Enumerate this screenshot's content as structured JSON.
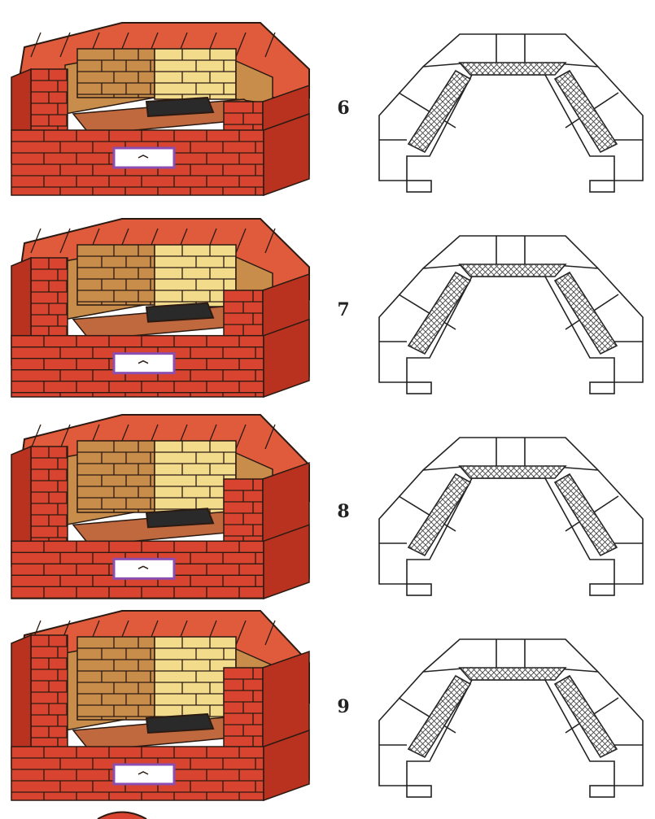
{
  "colors": {
    "brick": "#d8442f",
    "brick_dark": "#b8321f",
    "brick_top": "#e05a3c",
    "fire_brick": "#f2dc8c",
    "fire_brick_side": "#c98d4b",
    "hearth": "#c0683e",
    "grate": "#2a2a2a",
    "mortar": "#2b1a12",
    "door": "#ffffff",
    "door_frame": "#8a4fb0",
    "plan_line": "#222222",
    "hatch": "#444444"
  },
  "rows": [
    {
      "label": "6",
      "icon": "brick-layer-6-illustration",
      "plan": "layer-6-plan"
    },
    {
      "label": "7",
      "icon": "brick-layer-7-illustration",
      "plan": "layer-7-plan"
    },
    {
      "label": "8",
      "icon": "brick-layer-8-illustration",
      "plan": "layer-8-plan"
    },
    {
      "label": "9",
      "icon": "brick-layer-9-illustration",
      "plan": "layer-9-plan"
    }
  ]
}
